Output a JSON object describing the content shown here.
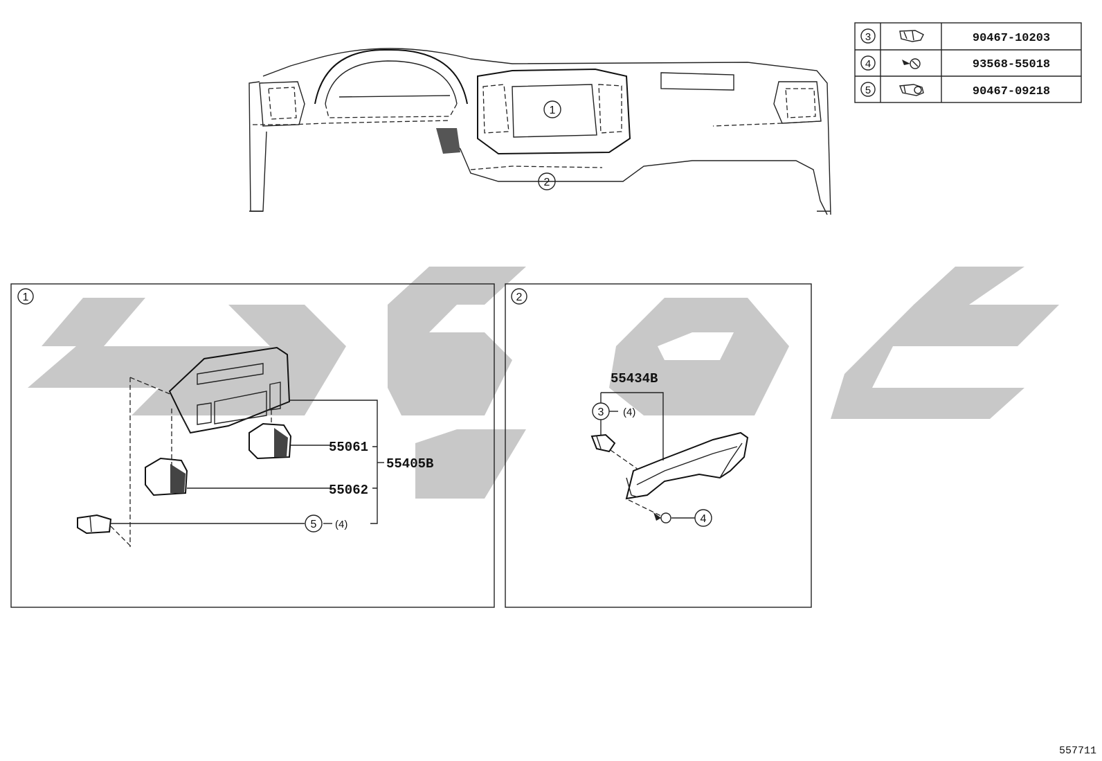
{
  "fastener_table": {
    "rows": [
      {
        "ref": "3",
        "icon": "clip-icon",
        "part_no": "90467-10203"
      },
      {
        "ref": "4",
        "icon": "screw-icon",
        "part_no": "93568-55018"
      },
      {
        "ref": "5",
        "icon": "clip-icon",
        "part_no": "90467-09218"
      }
    ]
  },
  "overview": {
    "callout_1": "1",
    "callout_2": "2"
  },
  "panel_1": {
    "tag": "1",
    "parts": {
      "p55061": "55061",
      "p55062": "55062",
      "assembly": "55405B",
      "fastener_ref": "5",
      "fastener_qty": "(4)"
    }
  },
  "panel_2": {
    "tag": "2",
    "parts": {
      "assembly": "55434B",
      "clip_ref": "3",
      "clip_qty": "(4)",
      "screw_ref": "4"
    }
  },
  "footer": {
    "diagram_id": "557711"
  },
  "colors": {
    "line": "#222222",
    "watermark": "#c8c8c8",
    "background": "#ffffff"
  }
}
